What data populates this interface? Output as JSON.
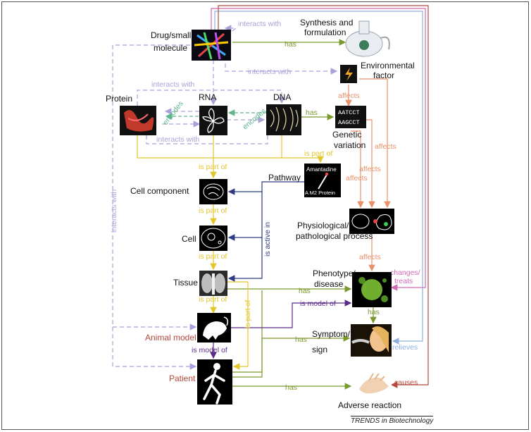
{
  "nodes": {
    "drug": "Drug/small\nmolecule",
    "synthesis": "Synthesis and\nformulation",
    "environment": "Environmental\nfactor",
    "protein": "Protein",
    "rna": "RNA",
    "dna": "DNA",
    "genetic": "Genetic\nvariation",
    "pathway": "Pathway",
    "cell_component": "Cell component",
    "cell": "Cell",
    "tissue": "Tissue",
    "physio": "Physiological/\npathological process",
    "phenotype": "Phenotype/\ndisease",
    "animal": "Animal model",
    "symptom": "Symptom/\nsign",
    "patient": "Patient",
    "adverse": "Adverse reaction"
  },
  "image_text": {
    "amantadine": "Amantadine",
    "m2": "A M2 Protein",
    "seq1": "AATCCT",
    "seq2": "AAGCCT"
  },
  "relations": {
    "interacts_with": "interacts with",
    "has": "has",
    "affects": "affects",
    "encodes": "encodes",
    "is_part_of": "is part of",
    "is_active_in": "is active in",
    "is_model_of": "is model of",
    "changes_treats": "changes/\ntreats",
    "relieves": "relieves",
    "causes": "causes"
  },
  "credit": "TRENDS in Biotechnology",
  "colors": {
    "lavender": "#a9a2d9",
    "olive": "#7a9a2e",
    "orange": "#e8916a",
    "teal": "#5fb58c",
    "yellow": "#e3c62b",
    "navy": "#2e3a84",
    "purple": "#5b2a86",
    "pink": "#d06cb4",
    "lightblue": "#8fb0dd",
    "red": "#b5473d"
  }
}
